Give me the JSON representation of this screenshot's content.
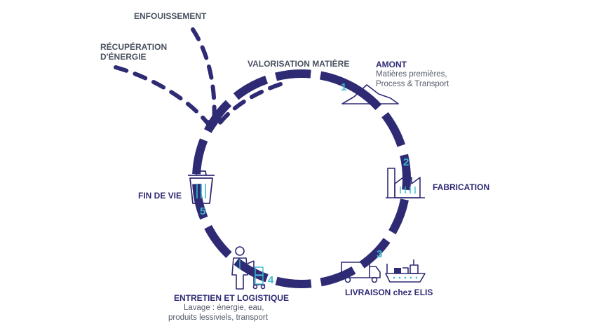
{
  "diagram": {
    "colors": {
      "ring": "#2e2b74",
      "accent": "#3cb8d0",
      "icon_line": "#2e2b74"
    },
    "labels": {
      "enfouissement": "ENFOUISSEMENT",
      "recuperation_line1": "RÉCUPÉRATION",
      "recuperation_line2": "D'ÉNERGIE",
      "valorisation": "VALORISATION MATIÈRE"
    },
    "stages": [
      {
        "number": "1",
        "title": "AMONT",
        "desc_line1": "Matières premières,",
        "desc_line2": "Process & Transport",
        "icon": "mountain-icon"
      },
      {
        "number": "2",
        "title": "FABRICATION",
        "icon": "factory-icon"
      },
      {
        "number": "3",
        "title": "LIVRAISON chez ELIS",
        "icon": "truck-and-ship-icon"
      },
      {
        "number": "4",
        "title": "ENTRETIEN ET LOGISTIQUE",
        "desc_line1": "Lavage : énergie, eau,",
        "desc_line2": "produits lessiviels, transport",
        "icon": "worker-with-trolley-icon"
      },
      {
        "number": "5",
        "title": "FIN DE VIE",
        "icon": "trash-bin-icon"
      }
    ]
  }
}
